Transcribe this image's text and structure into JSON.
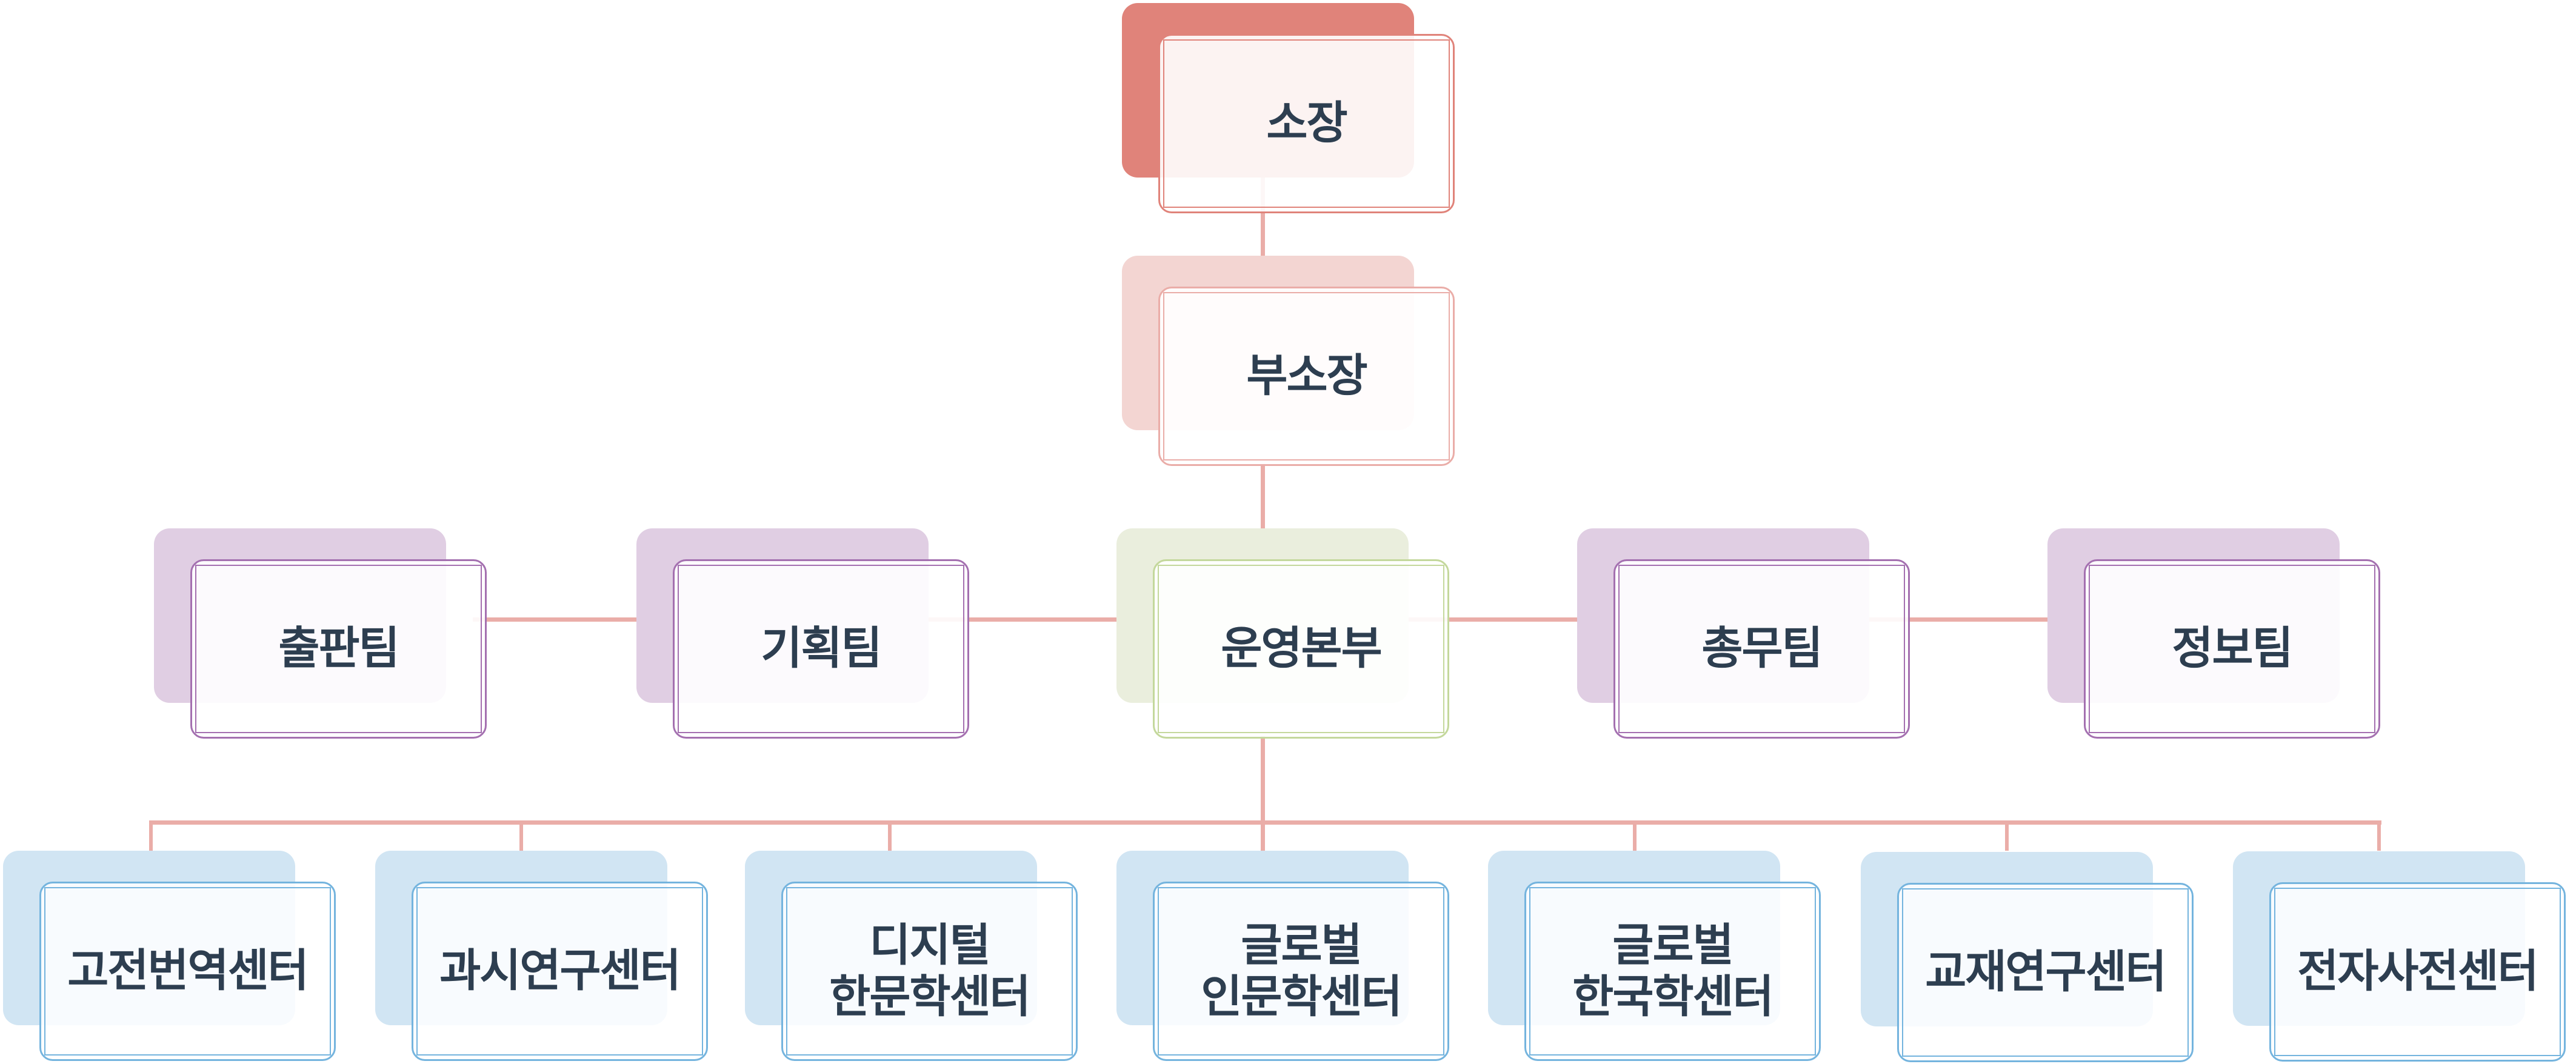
{
  "title": "조직도",
  "colors": {
    "connector": "#EAADA8",
    "text": "#2D3E50",
    "director": "#E0837A",
    "deputy": "#F3D5D2",
    "team": "#E0CEE3",
    "headquarters": "#EAEEDD",
    "center": "#D1E5F3"
  },
  "org": {
    "director": {
      "label": "소장"
    },
    "deputy": {
      "label": "부소장"
    },
    "level2": [
      {
        "label": "출판팀",
        "type": "team"
      },
      {
        "label": "기획팀",
        "type": "team"
      },
      {
        "label": "운영본부",
        "type": "headquarters"
      },
      {
        "label": "총무팀",
        "type": "team"
      },
      {
        "label": "정보팀",
        "type": "team"
      }
    ],
    "centers": [
      {
        "label": "고전번역센터"
      },
      {
        "label": "과시연구센터"
      },
      {
        "label": "디지털\n한문학센터"
      },
      {
        "label": "글로벌\n인문학센터"
      },
      {
        "label": "글로벌\n한국학센터"
      },
      {
        "label": "교재연구센터"
      },
      {
        "label": "전자사전센터"
      }
    ]
  }
}
